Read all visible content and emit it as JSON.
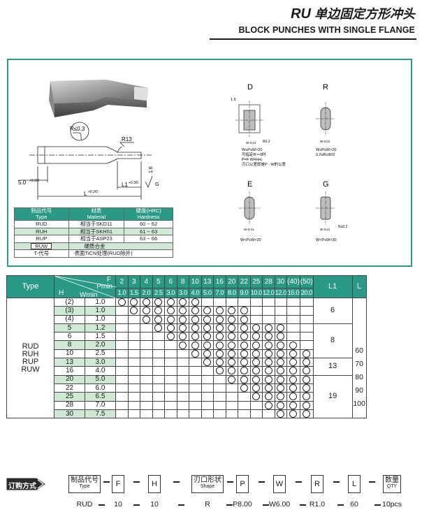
{
  "header": {
    "title_prefix": "RU",
    "title_cn": "单边固定方形冲头",
    "title_en": "BLOCK PUNCHES WITH SINGLE FLANGE"
  },
  "drawing": {
    "r_label": "R≤0.3",
    "r13_label": "R13",
    "dim_left": "5.0",
    "dim_left_tol": "+0.2/0",
    "l1_label": "L1",
    "l1_tol": "+0.3/0",
    "l_label": "L",
    "l_tol": "+0.2/0",
    "rough": "1.6",
    "g_mark": "G"
  },
  "material_table": {
    "head_code_cn": "制品代号",
    "head_code_en": "Type",
    "head_mat_cn": "材质",
    "head_mat_en": "Material",
    "head_hard_cn": "硬度(HRC)",
    "head_hard_en": "Hardness",
    "rows": [
      {
        "code": "RUD",
        "material": "相当于SKD11",
        "hardness": "60 ~ 62"
      },
      {
        "code": "RUH",
        "material": "相当于SKH51",
        "hardness": "61 ~ 63"
      },
      {
        "code": "RUP",
        "material": "相当于ASP23",
        "hardness": "63 ~ 66"
      }
    ],
    "ruw_code": "RUW",
    "ruw_material": "硬质合金",
    "tcode": "T-代号",
    "tdesc": "表面TiCN处理(RUD除外)"
  },
  "shapes": {
    "D": {
      "label": "D",
      "notes": [
        "W≤P≤W×20",
        "可指定R＝0时",
        "P=F  W=HH,",
        "刃口公差即是P · W的公差"
      ],
      "dims": [
        "1.5",
        "R0.2"
      ]
    },
    "R": {
      "label": "R",
      "notes": [
        "W≤P≤W×20",
        "0.2≤R≤W/2"
      ]
    },
    "E": {
      "label": "E",
      "notes": [
        "W<P≤W×20"
      ]
    },
    "G": {
      "label": "G",
      "notes": [
        "W<P≤W×20"
      ],
      "dims": [
        "R≤0.2"
      ]
    },
    "tol_p": "P-0.01",
    "tol_w": "W-0.01"
  },
  "main_table": {
    "type_label": "Type",
    "f_label": "F",
    "pmin_label": "Pmin",
    "h_label": "H",
    "wmin_label": "Wmin",
    "l1_label": "L1",
    "l_label": "L",
    "f_values": [
      "2",
      "3",
      "4",
      "5",
      "6",
      "8",
      "10",
      "13",
      "16",
      "20",
      "22",
      "25",
      "28",
      "30",
      "(40)",
      "(50)"
    ],
    "pmin_values": [
      "1.0",
      "1.5",
      "2.0",
      "2.5",
      "3.0",
      "3.0",
      "4.0",
      "5.0",
      "7.0",
      "8.0",
      "9.0",
      "10.0",
      "12.0",
      "12.0",
      "16.0",
      "20.0"
    ],
    "types": [
      "RUD",
      "RUH",
      "RUP",
      "RUW"
    ],
    "rows": [
      {
        "h": "(2)",
        "w": "1.0",
        "green": false,
        "avail": [
          1,
          1,
          1,
          1,
          1,
          1,
          1,
          0,
          0,
          0,
          0,
          0,
          0,
          0,
          0,
          0
        ]
      },
      {
        "h": "(3)",
        "w": "1.0",
        "green": true,
        "avail": [
          0,
          1,
          1,
          1,
          1,
          1,
          1,
          1,
          1,
          1,
          1,
          0,
          0,
          0,
          0,
          0
        ]
      },
      {
        "h": "(4)",
        "w": "1.0",
        "green": false,
        "avail": [
          0,
          0,
          1,
          1,
          1,
          1,
          1,
          1,
          1,
          1,
          1,
          0,
          0,
          0,
          0,
          0
        ]
      },
      {
        "h": "5",
        "w": "1.2",
        "green": true,
        "avail": [
          0,
          0,
          0,
          1,
          1,
          1,
          1,
          1,
          1,
          1,
          1,
          1,
          1,
          1,
          0,
          0
        ]
      },
      {
        "h": "6",
        "w": "1.5",
        "green": false,
        "avail": [
          0,
          0,
          0,
          0,
          1,
          1,
          1,
          1,
          1,
          1,
          1,
          1,
          1,
          1,
          0,
          0
        ]
      },
      {
        "h": "8",
        "w": "2.0",
        "green": true,
        "avail": [
          0,
          0,
          0,
          0,
          0,
          1,
          1,
          1,
          1,
          1,
          1,
          1,
          1,
          1,
          1,
          0
        ]
      },
      {
        "h": "10",
        "w": "2.5",
        "green": false,
        "avail": [
          0,
          0,
          0,
          0,
          0,
          0,
          1,
          1,
          1,
          1,
          1,
          1,
          1,
          1,
          1,
          1
        ]
      },
      {
        "h": "13",
        "w": "3.0",
        "green": true,
        "avail": [
          0,
          0,
          0,
          0,
          0,
          0,
          0,
          1,
          1,
          1,
          1,
          1,
          1,
          1,
          1,
          1
        ]
      },
      {
        "h": "16",
        "w": "4.0",
        "green": false,
        "avail": [
          0,
          0,
          0,
          0,
          0,
          0,
          0,
          0,
          1,
          1,
          1,
          1,
          1,
          1,
          1,
          1
        ]
      },
      {
        "h": "20",
        "w": "5.0",
        "green": true,
        "avail": [
          0,
          0,
          0,
          0,
          0,
          0,
          0,
          0,
          0,
          1,
          1,
          1,
          1,
          1,
          1,
          1
        ]
      },
      {
        "h": "22",
        "w": "6.0",
        "green": false,
        "avail": [
          0,
          0,
          0,
          0,
          0,
          0,
          0,
          0,
          0,
          0,
          1,
          1,
          1,
          1,
          1,
          1
        ]
      },
      {
        "h": "25",
        "w": "6.5",
        "green": true,
        "avail": [
          0,
          0,
          0,
          0,
          0,
          0,
          0,
          0,
          0,
          0,
          0,
          1,
          1,
          1,
          1,
          1
        ]
      },
      {
        "h": "28",
        "w": "7.0",
        "green": false,
        "avail": [
          0,
          0,
          0,
          0,
          0,
          0,
          0,
          0,
          0,
          0,
          0,
          0,
          1,
          1,
          1,
          1
        ]
      },
      {
        "h": "30",
        "w": "7.5",
        "green": true,
        "avail": [
          0,
          0,
          0,
          0,
          0,
          0,
          0,
          0,
          0,
          0,
          0,
          0,
          0,
          1,
          1,
          1
        ]
      }
    ],
    "l1_groups": [
      {
        "value": "6",
        "rows": 3
      },
      {
        "value": "8",
        "rows": 4
      },
      {
        "value": "13",
        "rows": 2
      },
      {
        "value": "19",
        "rows": 5
      }
    ],
    "l_values": [
      "60",
      "70",
      "80",
      "90",
      "100"
    ]
  },
  "order": {
    "tag": "订购方式",
    "boxes": [
      {
        "cn": "制品代号",
        "en": "Type"
      },
      {
        "single": "F"
      },
      {
        "single": "H"
      },
      {
        "cn": "刃口形状",
        "en": "Shape"
      },
      {
        "single": "P"
      },
      {
        "single": "W"
      },
      {
        "single": "R"
      },
      {
        "single": "L"
      },
      {
        "cn": "数量",
        "en": "QTY"
      }
    ],
    "example": [
      "RUD",
      "10",
      "10",
      "R",
      "P8.00",
      "W6.00",
      "R1.0",
      "60",
      "10pcs"
    ]
  }
}
